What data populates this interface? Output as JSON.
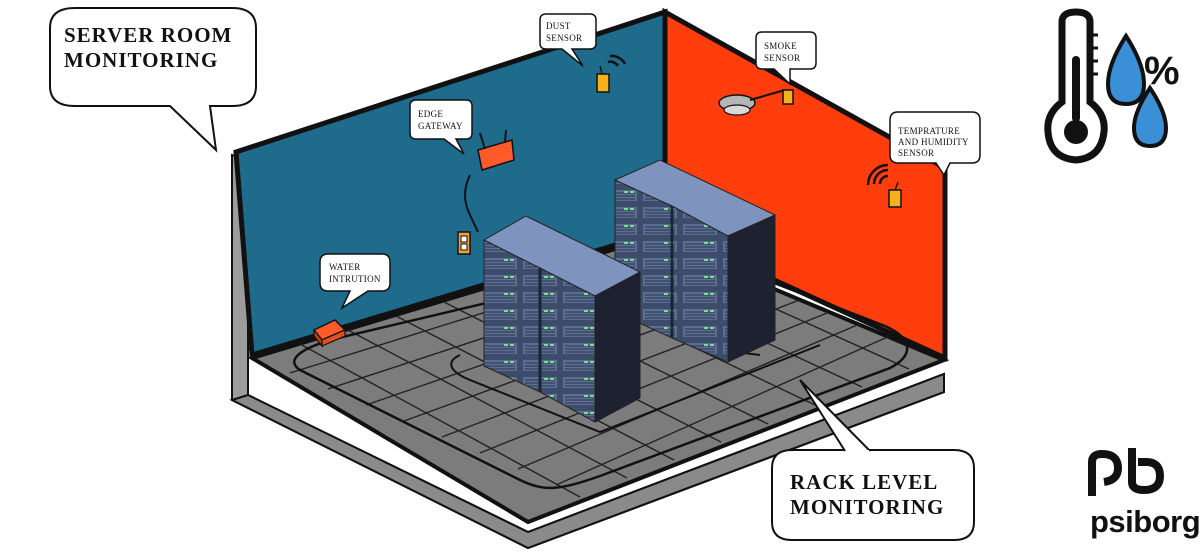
{
  "callouts": {
    "server_room": {
      "line1": "SERVER ROOM",
      "line2": "MONITORING"
    },
    "rack_level": {
      "line1": "RACK LEVEL",
      "line2": "MONITORING"
    },
    "dust_sensor": {
      "line1": "DUST",
      "line2": "SENSOR"
    },
    "smoke_sensor": {
      "line1": "SMOKE",
      "line2": "SENSOR"
    },
    "edge_gateway": {
      "line1": "EDGE",
      "line2": "GATEWAY"
    },
    "temp_humidity": {
      "line1": "TEMPRATURE",
      "line2": "AND HUMIDITY",
      "line3": "SENSOR"
    },
    "water": {
      "line1": "WATER",
      "line2": "INTRUTION"
    }
  },
  "icons": {
    "climate": "thermometer-humidity-icon",
    "humidity_symbol": "%"
  },
  "brand": {
    "name": "psiborg",
    "logo": "pb-logo-icon"
  },
  "colors": {
    "left_wall": "#1f6b8c",
    "right_wall": "#ff3d0d",
    "floor": "#7c7c7c",
    "rack": "#5b6f94",
    "droplet": "#3a8fd6",
    "sensor": "#f3b11c",
    "gateway": "#ff5a2a"
  }
}
